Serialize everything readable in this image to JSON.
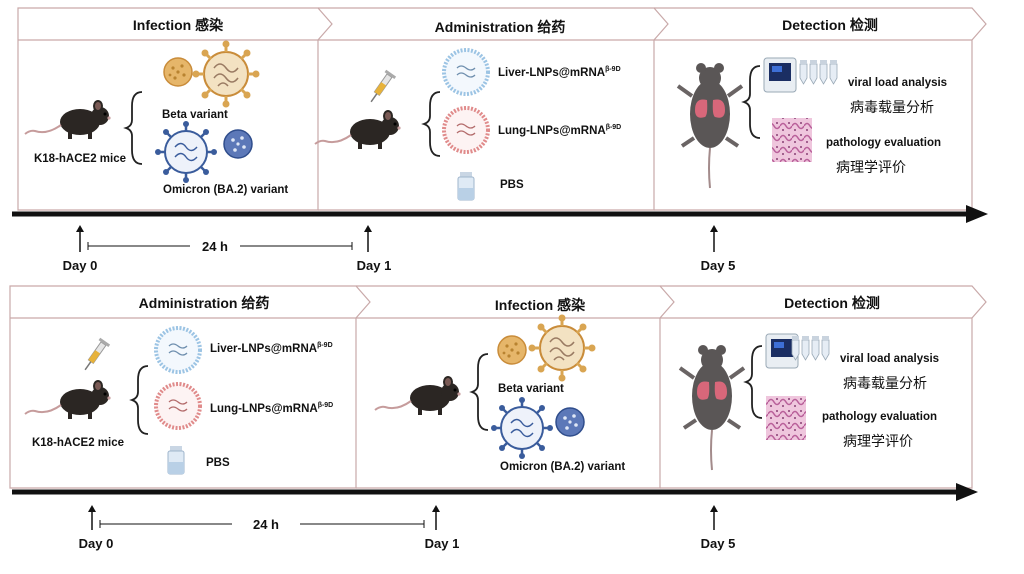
{
  "top": {
    "stage1": {
      "title": "Infection 感染",
      "mouse_label": "K18-hACE2 mice",
      "beta": "Beta variant",
      "omicron": "Omicron (BA.2) variant"
    },
    "stage2": {
      "title": "Administration  给药",
      "liver": "Liver-LNPs@mRNA",
      "lung": "Lung-LNPs@mRNA",
      "sup": "β-9D",
      "pbs": "PBS"
    },
    "stage3": {
      "title": "Detection  检测",
      "viral": "viral load analysis",
      "viral_cn": "病毒载量分析",
      "path": "pathology evaluation",
      "path_cn": "病理学评价"
    },
    "days": {
      "d0": "Day 0",
      "d1": "Day 1",
      "d5": "Day 5",
      "interval": "24 h"
    }
  },
  "bottom": {
    "stage1": {
      "title": "Administration 给药",
      "mouse_label": "K18-hACE2 mice",
      "liver": "Liver-LNPs@mRNA",
      "lung": "Lung-LNPs@mRNA",
      "sup": "β-9D",
      "pbs": "PBS"
    },
    "stage2": {
      "title": "Infection  感染",
      "beta": "Beta variant",
      "omicron": "Omicron (BA.2) variant"
    },
    "stage3": {
      "title": "Detection   检测",
      "viral": "viral load analysis",
      "viral_cn": "病毒载量分析",
      "path": "pathology evaluation",
      "path_cn": "病理学评价"
    },
    "days": {
      "d0": "Day 0",
      "d1": "Day 1",
      "d5": "Day 5",
      "interval": "24 h"
    }
  },
  "colors": {
    "panel_border": "#c9a9a9",
    "header_fill": "#ffffff",
    "timeline": "#111111",
    "mouse": "#2b2623",
    "beta_virus": "#d9a552",
    "omicron_virus": "#3a5c9c",
    "lung_lnp": "#e08b8b",
    "liver_lnp": "#9cc4e4",
    "lung_organ": "#d8677a",
    "tissue": "#d88fb8"
  }
}
